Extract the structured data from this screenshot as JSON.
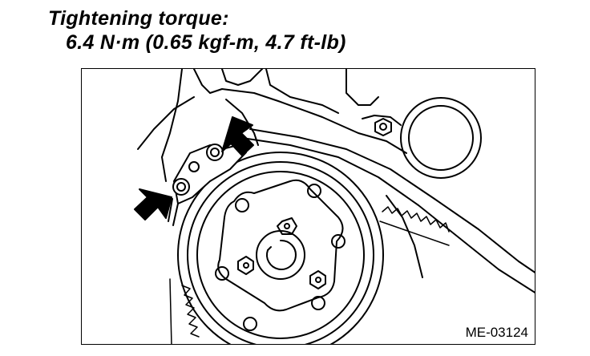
{
  "heading": {
    "line1": "Tightening torque:",
    "line2": "6.4 N·m (0.65 kgf-m, 4.7 ft-lb)"
  },
  "figure": {
    "id": "ME-03124"
  }
}
